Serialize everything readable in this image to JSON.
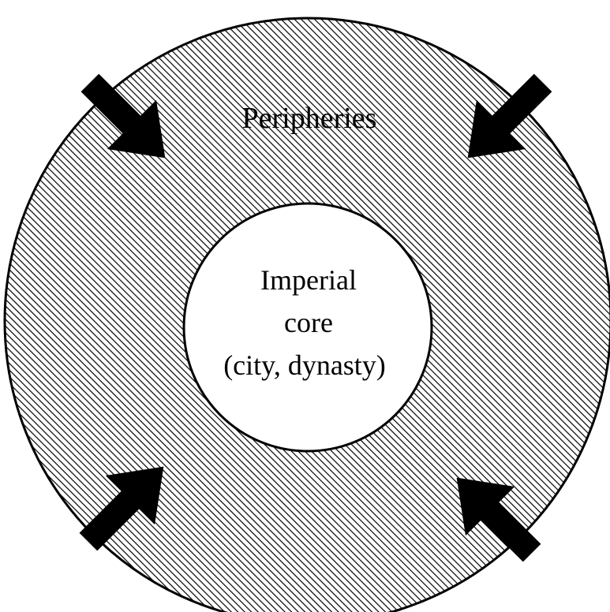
{
  "diagram": {
    "outer_ring": {
      "label": "Peripheries"
    },
    "inner_core": {
      "lines": [
        "Imperial",
        "core",
        "(city, dynasty)"
      ]
    },
    "arrows": [
      {
        "name": "arrow-top-left",
        "direction": "inward"
      },
      {
        "name": "arrow-top-right",
        "direction": "inward"
      },
      {
        "name": "arrow-bottom-left",
        "direction": "inward"
      },
      {
        "name": "arrow-bottom-right",
        "direction": "inward"
      }
    ],
    "colors": {
      "ring_stroke": "#000000",
      "hatch_line": "#000000",
      "hatch_background": "#ffffff",
      "core_fill": "#ffffff",
      "arrow_fill": "#000000"
    }
  }
}
